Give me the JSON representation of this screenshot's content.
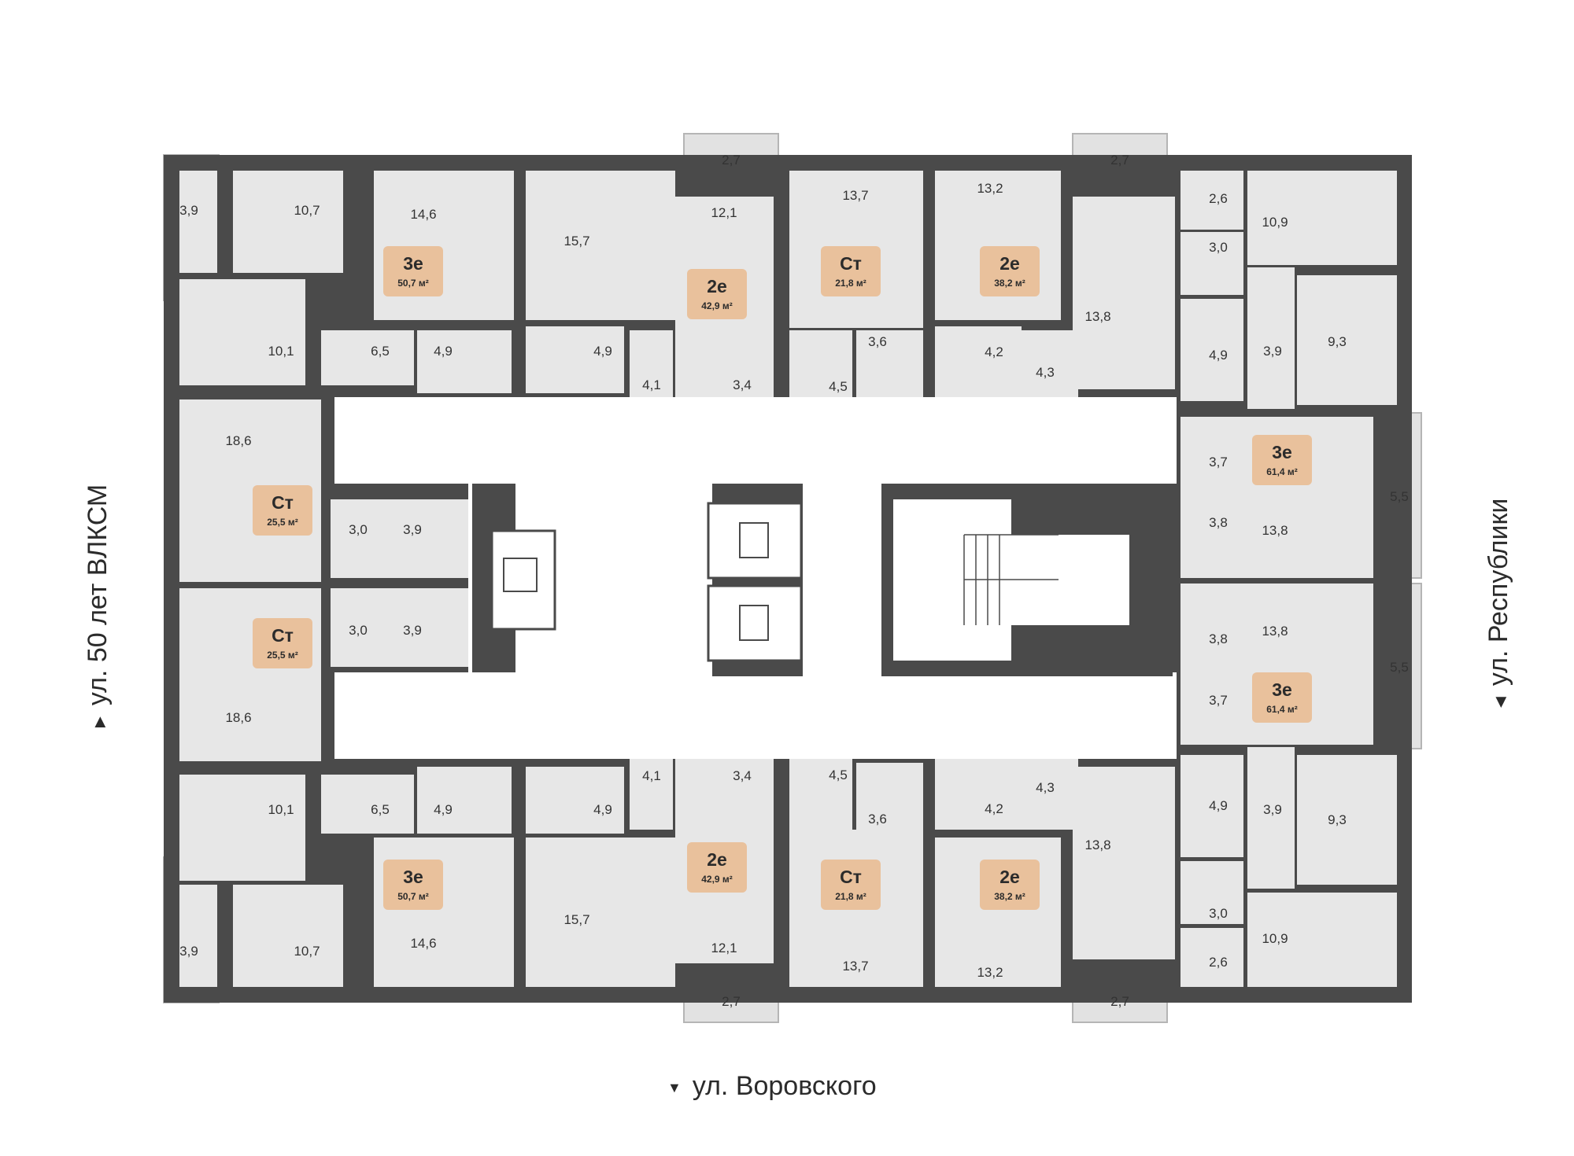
{
  "colors": {
    "wall": "#4a4a4a",
    "room": "#e7e7e7",
    "room_light": "#f2f2f2",
    "corridor": "#ffffff",
    "badge": "#e9c19c",
    "balcony": "#dcdcdc",
    "text": "#333333"
  },
  "streets": {
    "bottom": "ул. Воровского",
    "left": "ул. 50 лет ВЛКСМ",
    "right": "ул. Республики"
  },
  "apartments": [
    {
      "code": "3е",
      "area": "50,7 м²"
    },
    {
      "code": "2е",
      "area": "42,9 м²"
    },
    {
      "code": "Ст",
      "area": "21,8 м²"
    },
    {
      "code": "2е",
      "area": "38,2 м²"
    },
    {
      "code": "3е",
      "area": "61,4 м²"
    },
    {
      "code": "Ст",
      "area": "25,5 м²"
    },
    {
      "code": "Ст",
      "area": "25,5 м²"
    },
    {
      "code": "3е",
      "area": "50,7 м²"
    },
    {
      "code": "2е",
      "area": "42,9 м²"
    },
    {
      "code": "Ст",
      "area": "21,8 м²"
    },
    {
      "code": "2е",
      "area": "38,2 м²"
    },
    {
      "code": "3е",
      "area": "61,4 м²"
    }
  ],
  "room_areas": [
    "3,9",
    "10,7",
    "14,6",
    "10,1",
    "6,5",
    "4,9",
    "15,7",
    "4,9",
    "2,7",
    "12,1",
    "4,1",
    "3,4",
    "13,7",
    "3,6",
    "4,5",
    "2,7",
    "13,2",
    "4,2",
    "4,3",
    "13,8",
    "2,6",
    "10,9",
    "3,0",
    "9,3",
    "4,9",
    "3,9",
    "3,7",
    "3,8",
    "13,8",
    "5,5",
    "18,6",
    "3,0",
    "3,9",
    "3,0",
    "3,9",
    "18,6",
    "13,8",
    "3,8",
    "3,7",
    "5,5",
    "4,9",
    "3,9",
    "9,3",
    "3,0",
    "10,9",
    "2,6",
    "10,1",
    "6,5",
    "4,9",
    "3,9",
    "10,7",
    "14,6",
    "4,1",
    "3,4",
    "4,9",
    "15,7",
    "12,1",
    "2,7",
    "4,5",
    "3,6",
    "13,7",
    "4,3",
    "4,2",
    "13,8",
    "13,2",
    "2,7"
  ]
}
